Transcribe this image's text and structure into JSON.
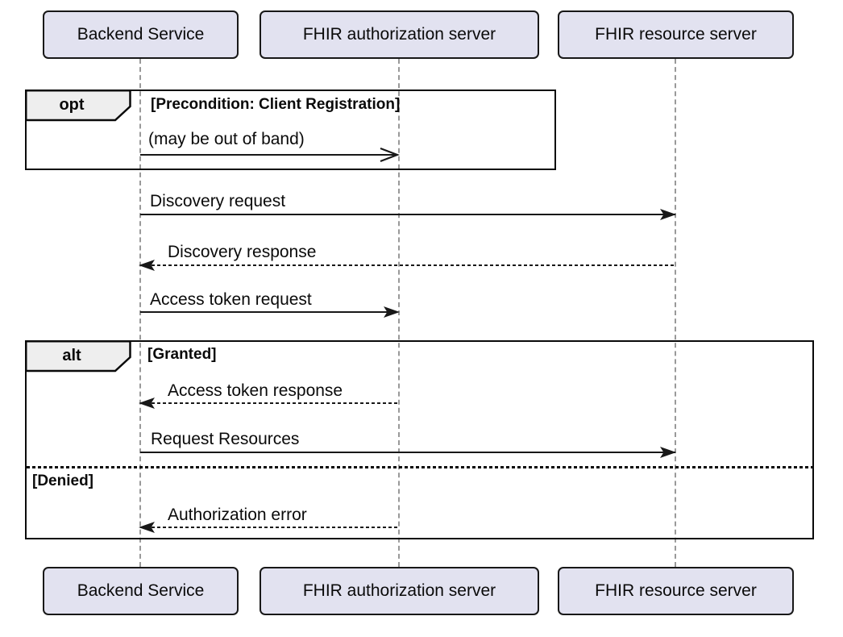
{
  "participants": [
    {
      "name": "Backend Service"
    },
    {
      "name": "FHIR authorization server"
    },
    {
      "name": "FHIR resource server"
    }
  ],
  "fragments": [
    {
      "operator": "opt",
      "guard": "[Precondition: Client Registration]"
    },
    {
      "operator": "alt",
      "guards": [
        "[Granted]",
        "[Denied]"
      ]
    }
  ],
  "messages": [
    {
      "label": "(may be out of band)",
      "from": "Backend Service",
      "to": "FHIR authorization server",
      "line": "solid",
      "arrowhead": "open"
    },
    {
      "label": "Discovery request",
      "from": "Backend Service",
      "to": "FHIR resource server",
      "line": "solid",
      "arrowhead": "filled"
    },
    {
      "label": "Discovery response",
      "from": "FHIR resource server",
      "to": "Backend Service",
      "line": "dotted",
      "arrowhead": "filled"
    },
    {
      "label": "Access token request",
      "from": "Backend Service",
      "to": "FHIR authorization server",
      "line": "solid",
      "arrowhead": "filled"
    },
    {
      "label": "Access token response",
      "from": "FHIR authorization server",
      "to": "Backend Service",
      "line": "dotted",
      "arrowhead": "filled"
    },
    {
      "label": "Request Resources",
      "from": "Backend Service",
      "to": "FHIR resource server",
      "line": "solid",
      "arrowhead": "filled"
    },
    {
      "label": "Authorization error",
      "from": "FHIR authorization server",
      "to": "Backend Service",
      "line": "dotted",
      "arrowhead": "filled"
    }
  ],
  "colors": {
    "participant-fill": "#E2E2F0",
    "participant-border": "#181818",
    "fragment-border": "#0A0A0A",
    "fragment-header-fill": "#EEEEEE",
    "lifeline": "#999999",
    "arrow": "#181818",
    "text": "#0A0A0A",
    "background": "#FFFFFF"
  }
}
